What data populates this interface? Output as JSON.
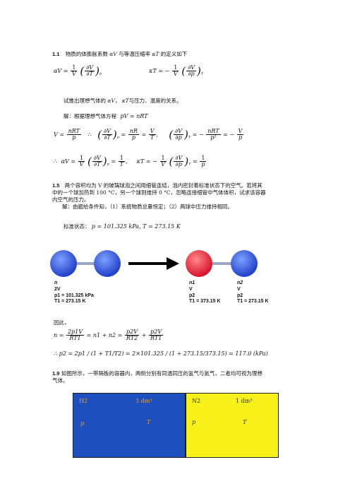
{
  "p11": {
    "num": "1.1",
    "text_a": "物质的体膨胀系数",
    "sym_alpha": "αV",
    "text_b": "与等温压缩率",
    "sym_kappa": "κT",
    "text_c": "的定义如下"
  },
  "def_eq": {
    "alpha_lhs": "αV =",
    "kappa_lhs": "κT = −",
    "one": "1",
    "V": "V",
    "dV": "∂V",
    "dT": "∂T",
    "dp": "∂p",
    "sub_p": "p",
    "sub_T": "T"
  },
  "task": {
    "text_a": "试推出理想气体的",
    "sym_alpha": "αV",
    "text_b": "，",
    "sym_kappa": "κT",
    "text_c": "与压力、温度的关系。"
  },
  "sol": {
    "text": "解：根据理想气体方程",
    "eq": "pV = nRT"
  },
  "deriv1": {
    "lhs": "V =",
    "nRT": "nRT",
    "p": "p",
    "dots": "∴",
    "nR": "nR",
    "eq_V_T": "V",
    "T": "T",
    "nRT2": "nRT",
    "p2": "p²",
    "eq_V_p": "V",
    "sub_p": "p",
    "sub_T": "T"
  },
  "deriv2": {
    "therefore": "∴",
    "alpha_lhs": "αV =",
    "one": "1",
    "V": "V",
    "dV": "∂V",
    "dT": "∂T",
    "dp": "∂p",
    "T": "T",
    "p": "p",
    "kappa_lhs": "κT = −",
    "sub_p": "p",
    "sub_T": "T"
  },
  "p15": {
    "num": "1.5",
    "line1": "两个容积均为 V 的玻璃球泡之间用细管连结，泡内密封着标准状态下的空气。若将其",
    "line2": "中的一个球加热到 100 °C，另一个球则维持 0 °C，忽略连接细管中气体体积，试求该容器",
    "line3": "内空气的压力。",
    "sol": "解：由题给条件知，（1）系统物质总量恒定；（2）两球中压力维持相同。",
    "std_label": "标准状态：",
    "std_eq": "p = 101.325 kPa,  T = 273.15 K"
  },
  "figure": {
    "left": {
      "n": "n",
      "vol": "2V",
      "p": "p1 = 101.325 kPa",
      "T": "T1 = 273.15 K"
    },
    "mid": {
      "n": "n1",
      "vol": "V",
      "p": "p2",
      "T": "T1 = 373.15 K"
    },
    "right": {
      "n": "n2",
      "vol": "V",
      "p": "p2",
      "T": "T1 = 273.15 K"
    },
    "colors": {
      "blue_ball": "#1f3fc8",
      "red_ball": "#d8102a",
      "arrow": "#000000"
    }
  },
  "thus": "因此，",
  "eq3": {
    "lhs": "n =",
    "num1": "2p1V",
    "den1": "RT1",
    "mid": "= n1 + n2 =",
    "num2": "p2V",
    "den2": "RT2",
    "plus": "+",
    "num3": "p2V",
    "den3": "RT1"
  },
  "eq4": {
    "text": "∴  p2 = 2p1 / (1 + T1/T2) = 2×101.325 / (1 + 273.15/373.15) = 117.0 (kPa)"
  },
  "p19": {
    "num": "1.9",
    "line1": "如图所示，一带隔板的容器内，两侧分别有同温同压的氢气与氮气，二者均可视为理想",
    "line2": "气体。"
  },
  "box": {
    "h2": "H2",
    "vol_left": "3 dm³",
    "n2": "N2",
    "vol_right": "1 dm³",
    "p_left": "p",
    "T_left": "T",
    "p_right": "p",
    "T_right": "T",
    "colors": {
      "left": "#1e4fbf",
      "right": "#f7f019",
      "text_left": "#f0a000",
      "text_right": "#333333"
    }
  }
}
